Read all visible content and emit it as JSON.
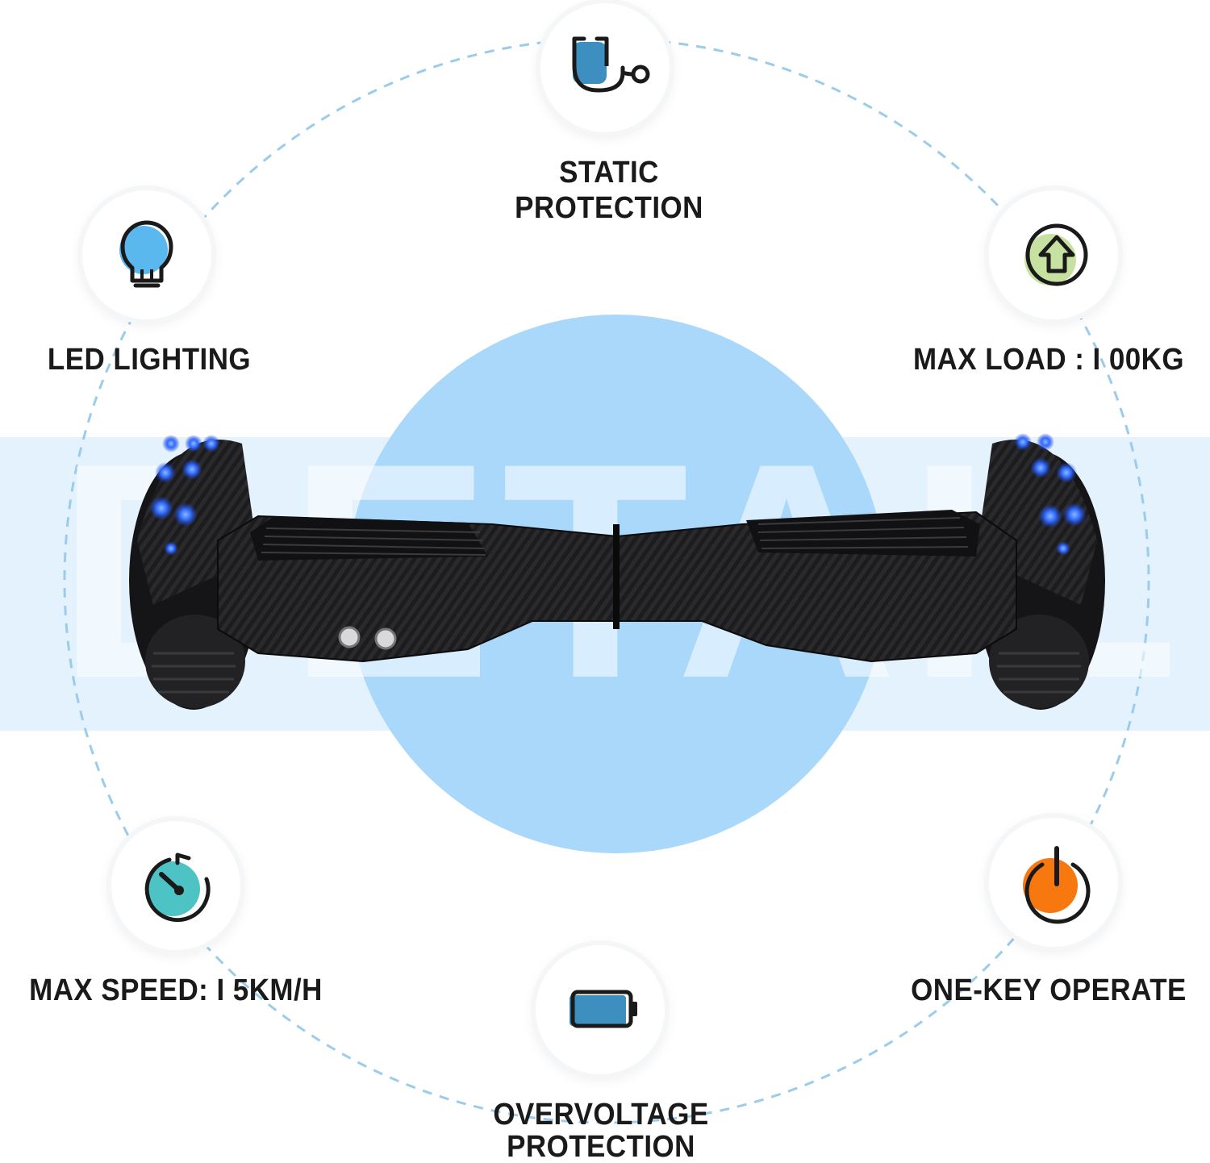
{
  "colors": {
    "dashed_ring": "#9cccec",
    "band": "#e3f2fd",
    "disc": "#a9d8fa",
    "board_body": "#1b1b1d",
    "led": "#2f6bff"
  },
  "watermark_text": "DETAILS",
  "features": [
    {
      "id": "static",
      "icon": "stethoscope-icon",
      "line1": "STATIC",
      "line2": "PROTECTION",
      "accent": "#3d8fbf"
    },
    {
      "id": "led",
      "icon": "lightbulb-icon",
      "line1": "LED LIGHTING",
      "line2": "",
      "accent": "#5bb8ef"
    },
    {
      "id": "load",
      "icon": "upload-arrow-icon",
      "line1": "MAX LOAD : I 00KG",
      "line2": "",
      "accent": "#c7e2a0"
    },
    {
      "id": "speed",
      "icon": "speedometer-icon",
      "line1": "MAX SPEED: I 5KM/H",
      "line2": "",
      "accent": "#4ec3c5"
    },
    {
      "id": "power",
      "icon": "power-button-icon",
      "line1": "ONE-KEY OPERATE",
      "line2": "",
      "accent": "#f7780f"
    },
    {
      "id": "volt",
      "icon": "battery-icon",
      "line1": "OVERVOLTAGE",
      "line2": "PROTECTION",
      "accent": "#3d8fbf"
    }
  ]
}
